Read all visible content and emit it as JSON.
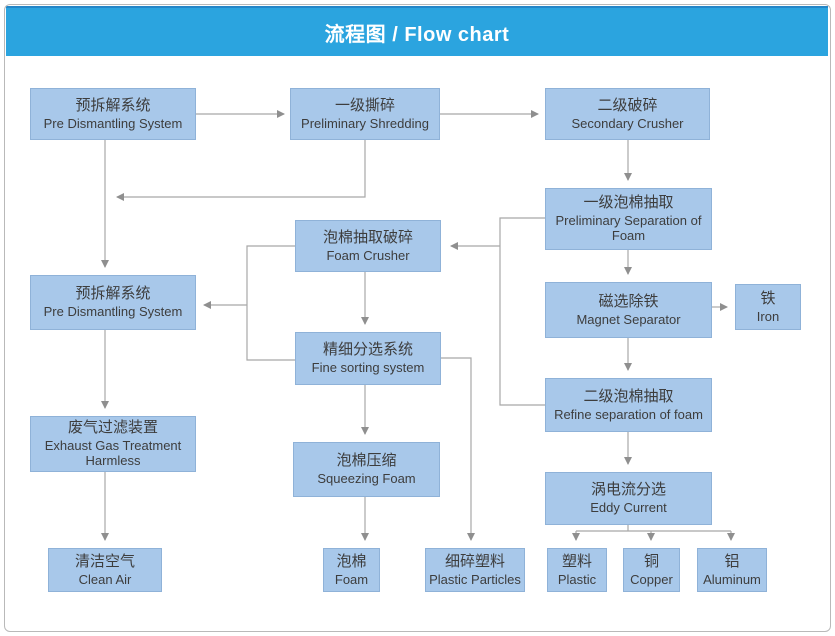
{
  "header": {
    "title": "流程图 / Flow chart"
  },
  "colors": {
    "header_blue": "#2BA4DF",
    "box_fill": "#A8C8EA",
    "box_border": "#8FB2D8",
    "line_gray": "#A8A8A8",
    "arrow_gray": "#8F8F8F"
  },
  "nodes": {
    "pre_dismantling_1": {
      "zh": "预拆解系统",
      "en": "Pre Dismantling System"
    },
    "preliminary_shredding": {
      "zh": "一级撕碎",
      "en": "Preliminary Shredding"
    },
    "secondary_crusher": {
      "zh": "二级破碎",
      "en": "Secondary Crusher"
    },
    "preliminary_separation_foam": {
      "zh": "一级泡棉抽取",
      "en": "Preliminary Separation of Foam"
    },
    "magnet_separator": {
      "zh": "磁选除铁",
      "en": "Magnet Separator"
    },
    "iron": {
      "zh": "铁",
      "en": "Iron"
    },
    "refine_separation_foam": {
      "zh": "二级泡棉抽取",
      "en": "Refine separation of foam"
    },
    "eddy_current": {
      "zh": "涡电流分选",
      "en": "Eddy Current"
    },
    "foam_crusher": {
      "zh": "泡棉抽取破碎",
      "en": "Foam Crusher"
    },
    "fine_sorting": {
      "zh": "精细分选系统",
      "en": "Fine sorting system"
    },
    "squeezing_foam": {
      "zh": "泡棉压缩",
      "en": "Squeezing Foam"
    },
    "pre_dismantling_2": {
      "zh": "预拆解系统",
      "en": "Pre Dismantling System"
    },
    "exhaust_gas": {
      "zh": "废气过滤装置",
      "en": "Exhaust Gas Treatment Harmless"
    },
    "clean_air": {
      "zh": "清洁空气",
      "en": "Clean Air"
    },
    "foam": {
      "zh": "泡棉",
      "en": "Foam"
    },
    "plastic_particles": {
      "zh": "细碎塑料",
      "en": "Plastic Particles"
    },
    "plastic": {
      "zh": "塑料",
      "en": "Plastic"
    },
    "copper": {
      "zh": "铜",
      "en": "Copper"
    },
    "aluminum": {
      "zh": "铝",
      "en": "Aluminum"
    }
  }
}
